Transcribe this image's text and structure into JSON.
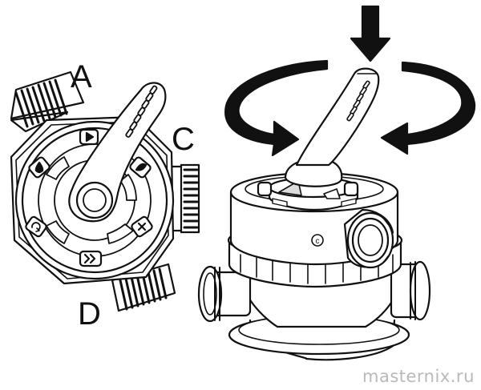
{
  "labels": {
    "a": "A",
    "c": "C",
    "d": "D"
  },
  "symbols": {
    "marked_c": "c"
  },
  "watermark": {
    "text": "masternix.ru"
  },
  "icons": {
    "dial_positions": [
      "play-icon",
      "leaf-icon",
      "drop-icon",
      "recycle-icon",
      "double-chevron-icon",
      "x-icon"
    ],
    "arrows": [
      "down-arrow-icon",
      "rotate-arrow-left-icon",
      "rotate-arrow-right-icon"
    ]
  },
  "colors": {
    "line": "#111111",
    "fill": "#ffffff",
    "shade": "#dcdcdc",
    "watermark": "#b9b9b9"
  }
}
